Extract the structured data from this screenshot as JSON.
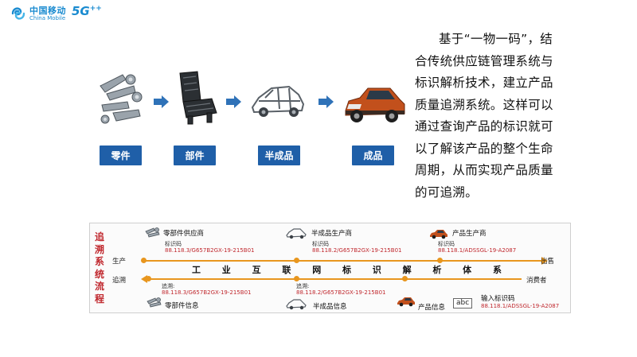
{
  "header": {
    "brand_cn": "中国移动",
    "brand_en": "China Mobile",
    "logo_5g": "5G",
    "logo_5g_plus": "++"
  },
  "chain": {
    "stages": [
      {
        "label": "零件",
        "icon": "parts-icon"
      },
      {
        "label": "部件",
        "icon": "component-icon"
      },
      {
        "label": "半成品",
        "icon": "car-frame-icon"
      },
      {
        "label": "成品",
        "icon": "car-icon"
      }
    ]
  },
  "description": {
    "line1": "基于“一物一码”，结",
    "line2": "合传统供应链管理系统与",
    "line3": "标识解析技术，建立产品",
    "line4": "质量追溯系统。这样可以",
    "line5": "通过查询产品的标识就可",
    "line6": "以了解该产品的整个生命",
    "line7": "周期，从而实现产品质量",
    "line8": "的可追溯。"
  },
  "flow": {
    "title": "追溯系统流程",
    "row_production": "生产",
    "row_trace": "追溯",
    "end_sale": "出售",
    "end_consumer": "消费者",
    "band_chars": [
      "工",
      "业",
      "互",
      "联",
      "网",
      "标",
      "识",
      "解",
      "析",
      "体",
      "系"
    ],
    "top_nodes": [
      {
        "title": "零部件供应商",
        "code_label": "标识码",
        "code": "88.118.3/G657B2GX-19-215B01"
      },
      {
        "title": "半成品生产商",
        "code_label": "标识码",
        "code": "88.118.2/G657B2GX-19-215B01"
      },
      {
        "title": "产品生产商",
        "code_label": "标识码",
        "code": "88.118.1/ADSSGL-19-A2087"
      }
    ],
    "bottom_nodes": [
      {
        "code_label": "追溯:",
        "code": "88.118.3/G657B2GX-19-215B01",
        "title": "零部件信息"
      },
      {
        "code_label": "追溯:",
        "code": "88.118.2/G657B2GX-19-215B01",
        "title": "半成品信息"
      },
      {
        "title": "产品信息"
      },
      {
        "abc": "abc",
        "title": "输入标识码",
        "code": "88.118.1/ADSSGL-19-A2087"
      }
    ]
  },
  "colors": {
    "brand_blue": "#1a8bd0",
    "label_blue": "#1f5fa8",
    "arrow_blue": "#2f72b8",
    "flow_orange": "#e8961e",
    "accent_red": "#c0282e"
  }
}
